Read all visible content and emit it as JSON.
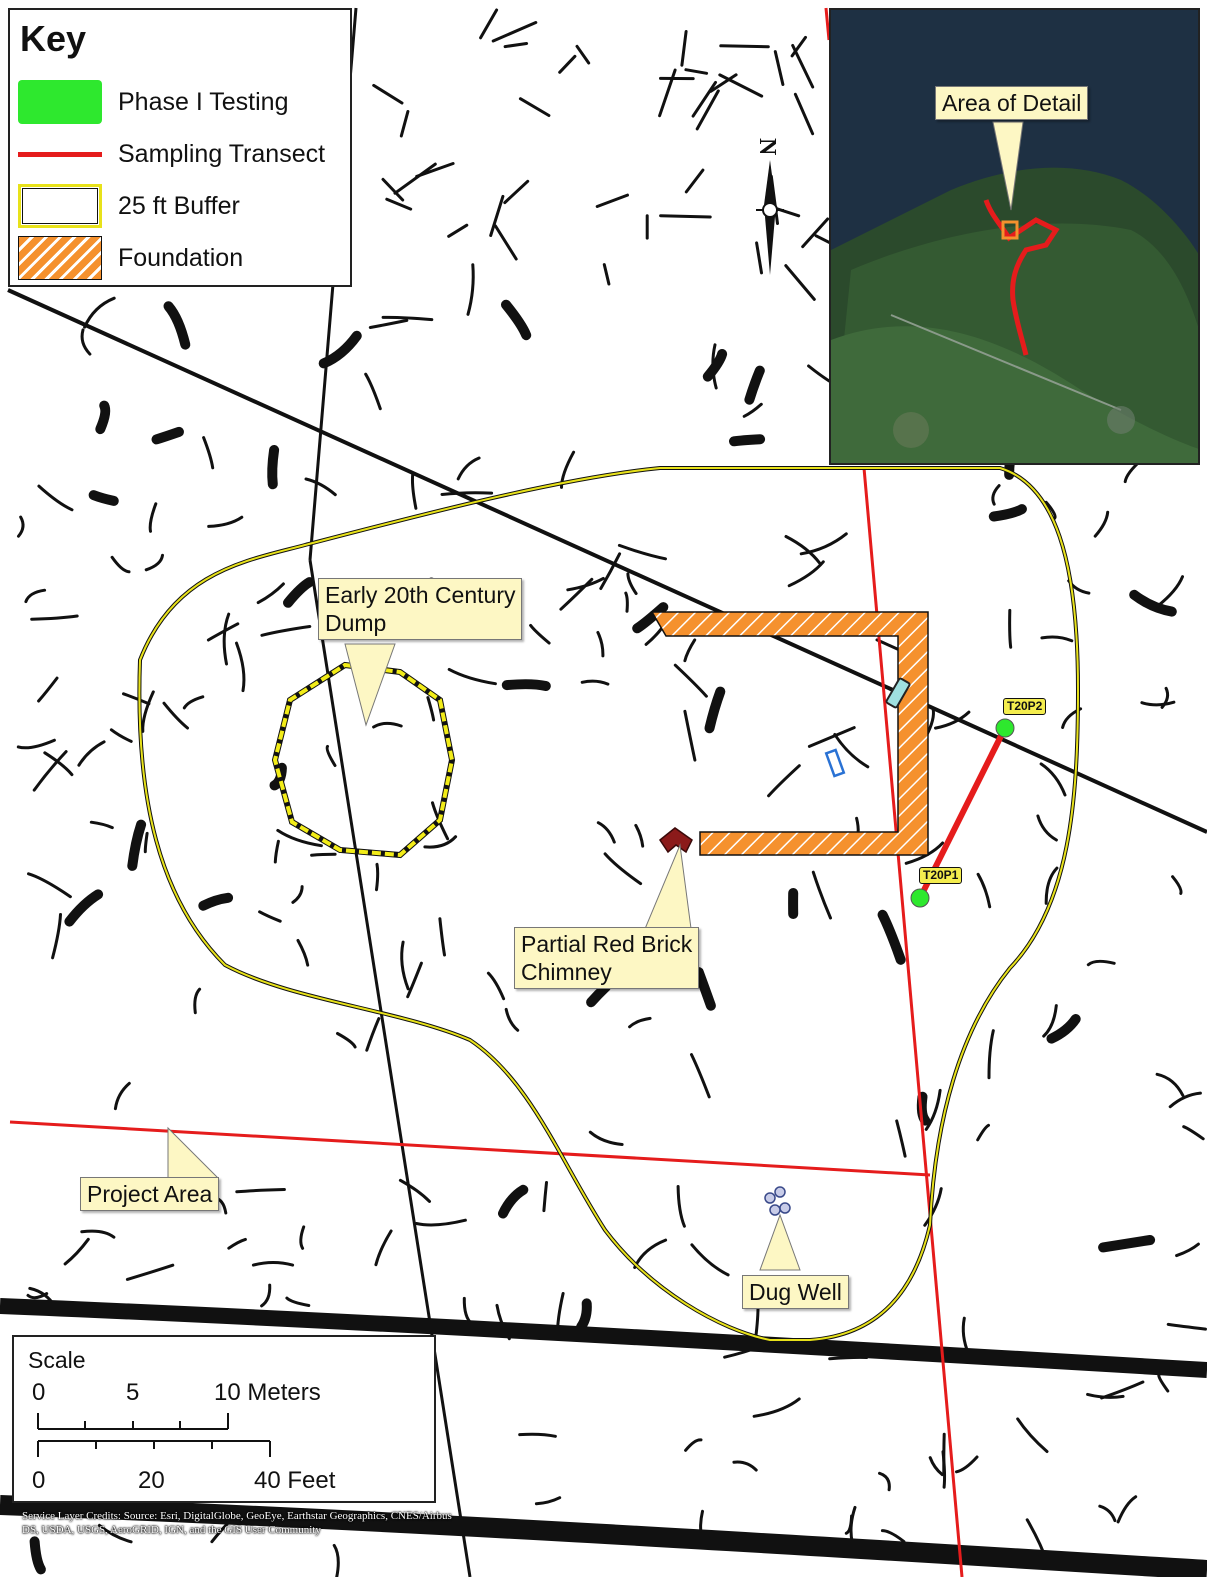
{
  "key": {
    "title": "Key",
    "items": [
      {
        "label": "Phase I Testing",
        "color": "#2ee82e"
      },
      {
        "label": "Sampling Transect",
        "color": "#e51c1c"
      },
      {
        "label": "25 ft Buffer",
        "color": "#e8e21a"
      },
      {
        "label": "Foundation",
        "color": "#f5912e"
      }
    ]
  },
  "inset": {
    "callout": "Area of Detail"
  },
  "callouts": {
    "dump": "Early 20th Century\nDump",
    "chimney": "Partial Red Brick\nChimney",
    "project_area": "Project Area",
    "dug_well": "Dug Well"
  },
  "test_points": {
    "p1": "T20P1",
    "p2": "T20P2"
  },
  "scale": {
    "title": "Scale",
    "meters": {
      "labels": [
        "0",
        "5",
        "10 Meters"
      ]
    },
    "feet": {
      "labels": [
        "0",
        "20",
        "40 Feet"
      ]
    }
  },
  "north_arrow": {
    "letter": "N"
  },
  "credits": "Service Layer Credits: Source: Esri, DigitalGlobe, GeoEye, Earthstar Geographics, CNES/Airbus DS, USDA, USGS, AeroGRID, IGN, and the GIS User Community",
  "colors": {
    "transect": "#e51c1c",
    "buffer": "#e8e21a",
    "foundation": "#f5912e",
    "chimney": "#8b1a1a",
    "feature_blue": "#2a72d4",
    "feature_cyan": "#9fe0e0",
    "well": "#3a4a8a"
  }
}
